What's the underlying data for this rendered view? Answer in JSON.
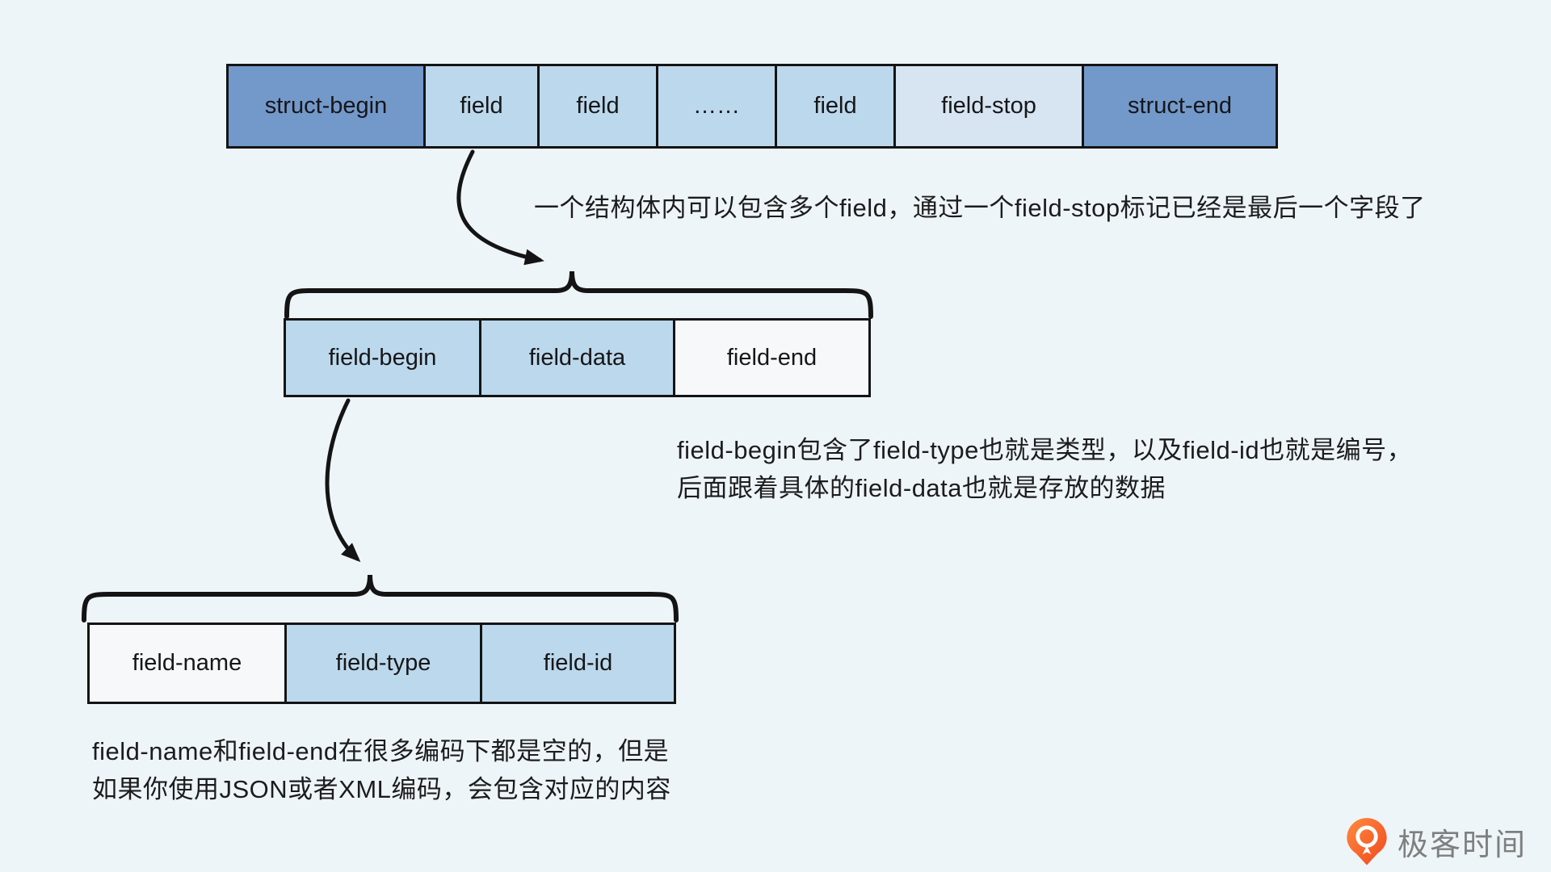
{
  "page": {
    "background": "#eef5f9"
  },
  "colors": {
    "dark_cell": "#7399cb",
    "light_cell": "#bcd8ec",
    "lighter_cell": "#d7e4f2",
    "white_cell": "#f6f8f9",
    "line": "#141414",
    "text": "#1c1c1e",
    "logo_orange_top": "#ff8a3d",
    "logo_orange_bottom": "#f0481f",
    "logo_text_gray": "#7f7f7f"
  },
  "struct_row": {
    "cells": [
      {
        "label": "struct-begin",
        "variant": "dark"
      },
      {
        "label": "field",
        "variant": "light"
      },
      {
        "label": "field",
        "variant": "light"
      },
      {
        "label": "……",
        "variant": "light"
      },
      {
        "label": "field",
        "variant": "light"
      },
      {
        "label": "field-stop",
        "variant": "lighter"
      },
      {
        "label": "struct-end",
        "variant": "dark"
      }
    ]
  },
  "field_row": {
    "cells": [
      {
        "label": "field-begin",
        "variant": "light"
      },
      {
        "label": "field-data",
        "variant": "light"
      },
      {
        "label": "field-end",
        "variant": "white"
      }
    ]
  },
  "subfield_row": {
    "cells": [
      {
        "label": "field-name",
        "variant": "white"
      },
      {
        "label": "field-type",
        "variant": "light"
      },
      {
        "label": "field-id",
        "variant": "light"
      }
    ]
  },
  "annotations": {
    "struct_note": "一个结构体内可以包含多个field，通过一个field-stop标记已经是最后一个字段了",
    "field_note_line1": "field-begin包含了field-type也就是类型，以及field-id也就是编号，",
    "field_note_line2": "后面跟着具体的field-data也就是存放的数据",
    "subfield_note_line1": "field-name和field-end在很多编码下都是空的，但是",
    "subfield_note_line2": "如果你使用JSON或者XML编码，会包含对应的内容"
  },
  "logo": {
    "text": "极客时间"
  }
}
